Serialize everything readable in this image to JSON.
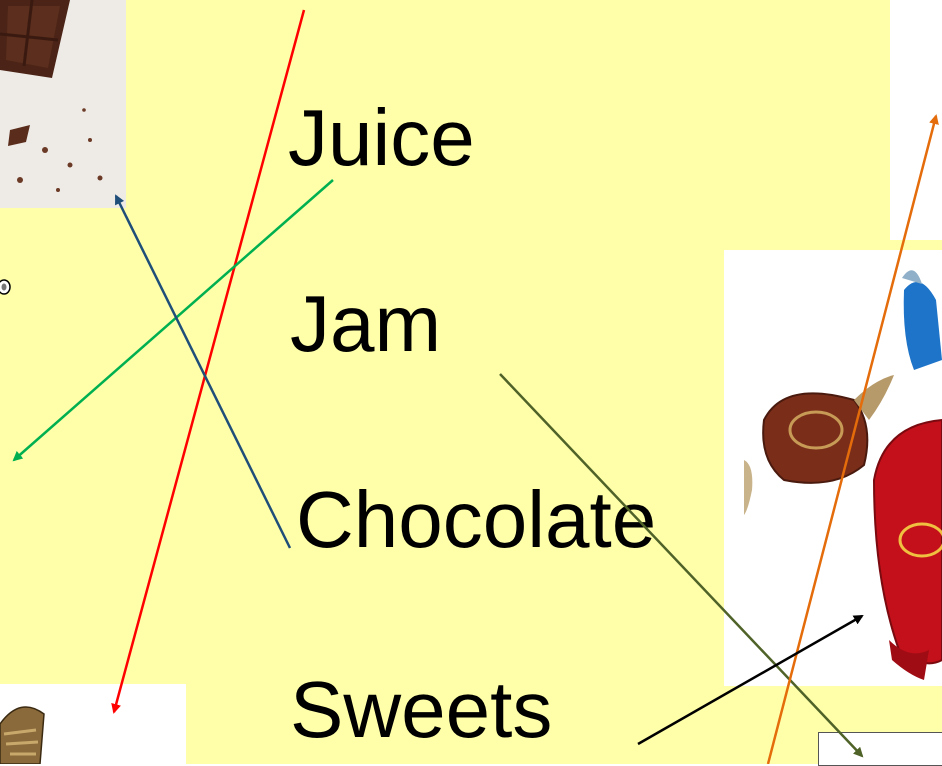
{
  "slide": {
    "background_color": "#ffffaa",
    "words": [
      {
        "key": "juice",
        "text": "Juice"
      },
      {
        "key": "jam",
        "text": "Jam"
      },
      {
        "key": "chocolate",
        "text": "Chocolate"
      },
      {
        "key": "sweets",
        "text": "Sweets"
      }
    ]
  },
  "pictures": [
    {
      "name": "chocolate-bar-photo",
      "depicts": "broken dark chocolate bar with crumbs"
    },
    {
      "name": "wrapped-candies-photo",
      "depicts": "wrapped candies in brown, red and blue foil"
    },
    {
      "name": "jam-jar-photo",
      "depicts": "partially visible drawing at left edge"
    },
    {
      "name": "cookie-photo",
      "depicts": "partially visible biscuit at bottom left"
    }
  ],
  "arrows": [
    {
      "name": "red-arrow",
      "color": "#ff0000"
    },
    {
      "name": "green-arrow",
      "color": "#00b050"
    },
    {
      "name": "blue-arrow",
      "color": "#1f4e79"
    },
    {
      "name": "olive-arrow",
      "color": "#4f6228"
    },
    {
      "name": "orange-arrow",
      "color": "#e46c0a"
    },
    {
      "name": "black-arrow",
      "color": "#000000"
    }
  ]
}
